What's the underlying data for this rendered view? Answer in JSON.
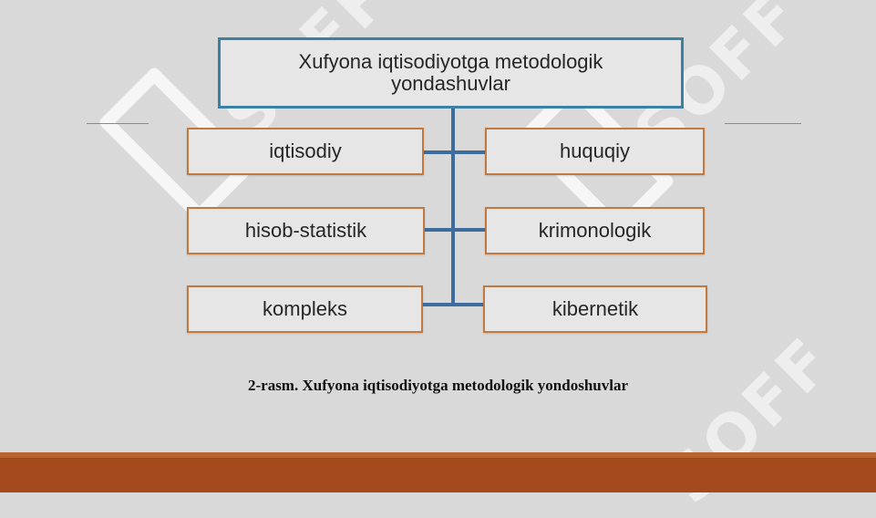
{
  "diagram": {
    "root": "Xufyona iqtisodiyotga metodologik yondashuvlar",
    "left_items": [
      "iqtisodiy",
      "hisob-statistik",
      "kompleks"
    ],
    "right_items": [
      "huquqiy",
      "krimonologik",
      "kibernetik"
    ]
  },
  "caption": "2-rasm. Xufyona iqtisodiyotga metodologik yondoshuvlar",
  "watermark_text": "SOFF",
  "colors": {
    "background": "#d9d9d9",
    "root_border": "#3c80a3",
    "leaf_border": "#c2793f",
    "connector": "#3d6c9e",
    "footer": "#a3491c"
  }
}
